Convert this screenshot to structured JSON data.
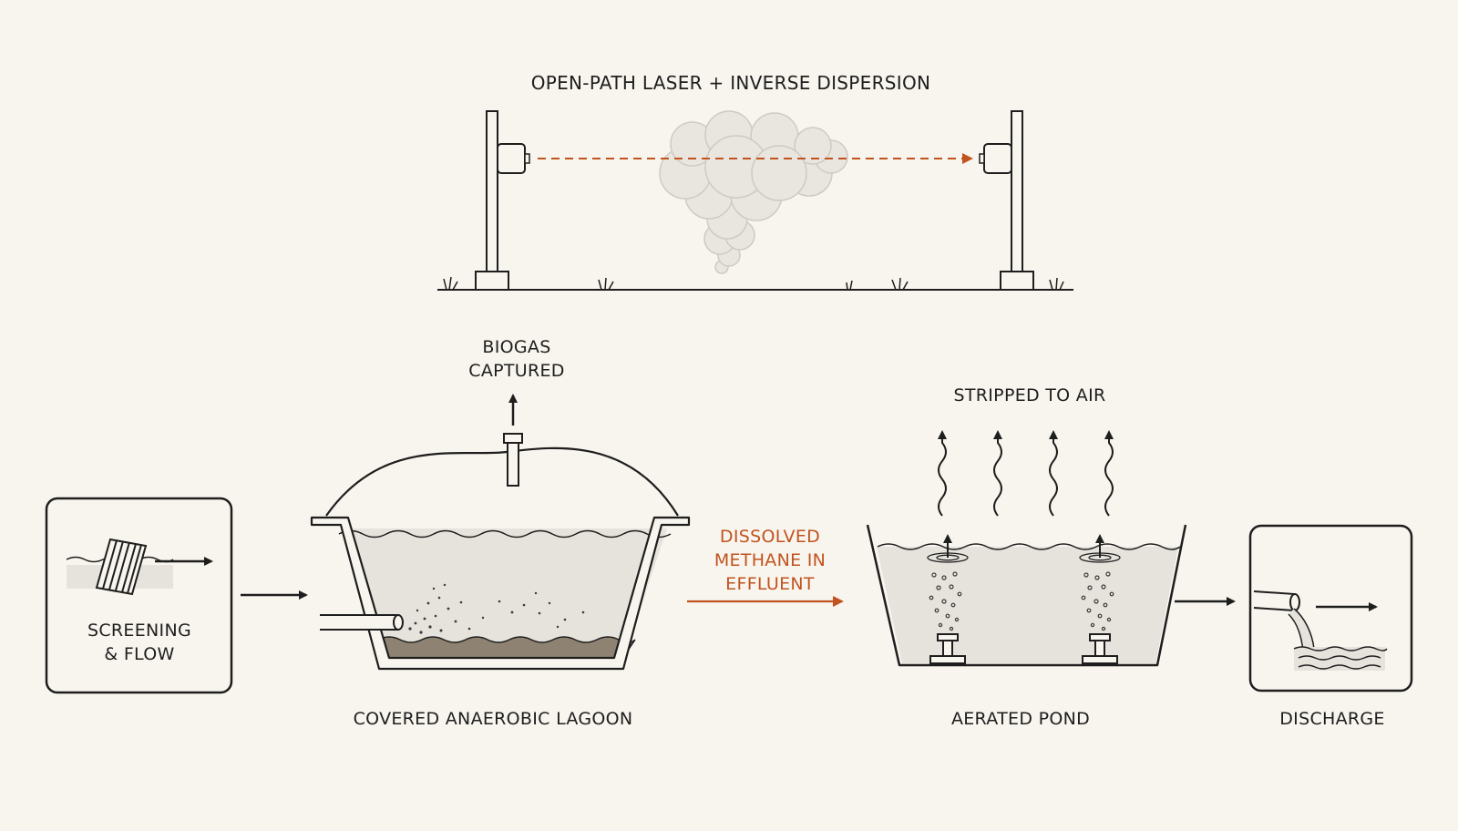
{
  "labels": {
    "top_title": "OPEN-PATH LASER + INVERSE DISPERSION",
    "biogas_line1": "BIOGAS",
    "biogas_line2": "CAPTURED",
    "stripped": "STRIPPED TO AIR",
    "dissolved_line1": "DISSOLVED",
    "dissolved_line2": "METHANE IN",
    "dissolved_line3": "EFFLUENT",
    "screening_line1": "SCREENING",
    "screening_line2": "& FLOW",
    "lagoon": "COVERED ANAEROBIC LAGOON",
    "pond": "AERATED POND",
    "discharge": "DISCHARGE"
  },
  "colors": {
    "accent": "#c2531f",
    "ink": "#1e1e1e",
    "background": "#f8f5ee",
    "water": "#e6e3dc",
    "sludge": "#8e8372"
  },
  "icons": [
    "laser-transmitter-icon",
    "laser-receiver-icon",
    "methane-plume-icon",
    "screen-grate-icon",
    "outlet-pipe-icon",
    "aerator-diffuser-icon"
  ]
}
